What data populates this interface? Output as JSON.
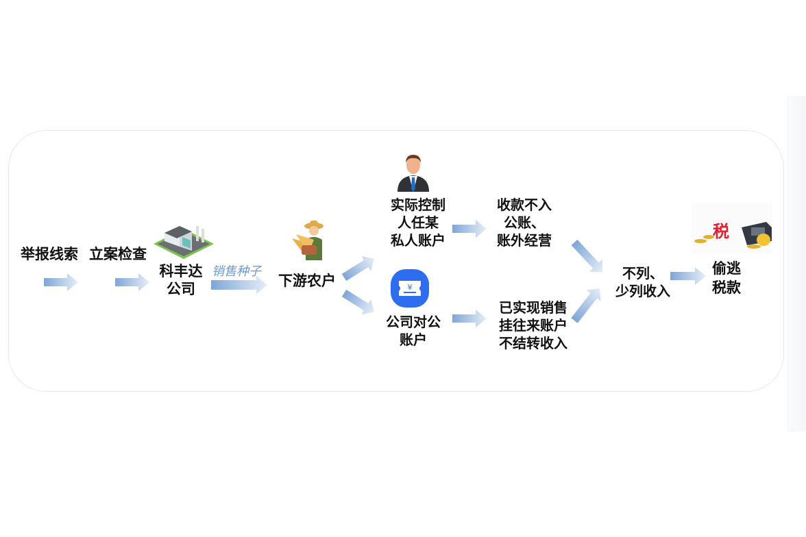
{
  "steps": {
    "report": "举报线索",
    "case": "立案检查",
    "company": [
      "科丰达",
      "公司"
    ],
    "sale_label": "销售种子",
    "farmers": "下游农户",
    "private_account": [
      "实际控制",
      "人任某",
      "私人账户"
    ],
    "off_book": [
      "收款不入",
      "公账、",
      "账外经营"
    ],
    "public_account": [
      "公司对公",
      "账户"
    ],
    "pending": [
      "已实现销售",
      "挂往来账户",
      "不结转收入"
    ],
    "underreport": [
      "不列、",
      "少列收入"
    ],
    "evasion": [
      "偷逃",
      "税款"
    ],
    "tax_char": "税"
  },
  "colors": {
    "arrow": "#7fa6d6",
    "label": "#6f9bd0",
    "tax": "#e0202e",
    "ticket": "#2f6df0"
  }
}
